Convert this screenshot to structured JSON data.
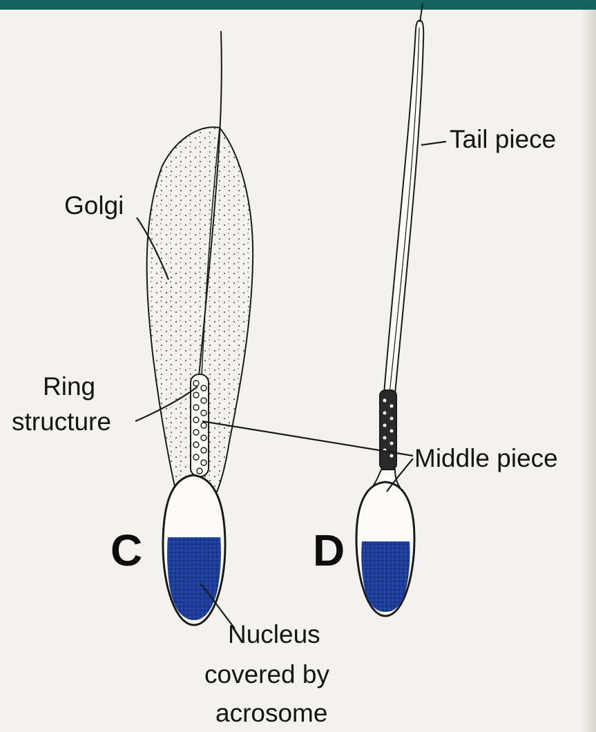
{
  "labels": {
    "golgi": "Golgi",
    "ring_structure_line1": "Ring",
    "ring_structure_line2": "structure",
    "tail_piece": "Tail piece",
    "middle_piece": "Middle piece",
    "nucleus_line1": "Nucleus",
    "nucleus_line2": "covered by",
    "nucleus_line3": "acrosome",
    "stage_c": "C",
    "stage_d": "D"
  },
  "colors": {
    "header_bar": "#15635f",
    "nucleus": "#1d3f9a",
    "outline": "#1a1a1a",
    "background": "#f4f2ee"
  }
}
